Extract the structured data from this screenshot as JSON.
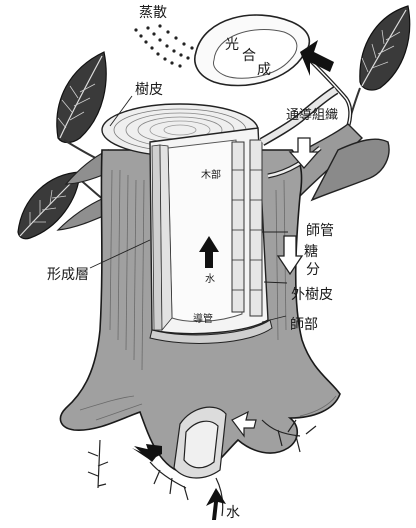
{
  "labels": {
    "evaporation": "蒸散",
    "photosynthesis": [
      "光",
      "合",
      "成"
    ],
    "bark": "樹皮",
    "conducting_tissue": "通導組織",
    "xylem": "木部",
    "sieve_tube": "師管",
    "sugar": [
      "糖",
      "分"
    ],
    "cambium": "形成層",
    "water_inner": "水",
    "outer_bark": "外樹皮",
    "vessel": "導管",
    "phloem": "師部",
    "water_bottom": "水"
  }
}
